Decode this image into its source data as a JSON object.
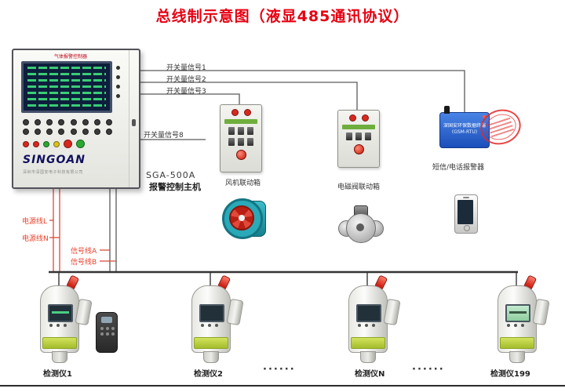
{
  "title": "总线制示意图（液显485通讯协议）",
  "colors": {
    "title_red": "#e60012",
    "wire_label_red": "#e8432d",
    "gsm_blue": "#1b4fba",
    "band_green": "#a4bd2b"
  },
  "controller": {
    "header": "气体报警控制器",
    "brand": "SINGOAN",
    "company": "深圳市深国安电子科技有限公司",
    "model": "SGA-500A",
    "caption": "报警控制主机"
  },
  "signals": {
    "s1": "开关量信号1",
    "s2": "开关量信号2",
    "s3": "开关量信号3",
    "s8": "开关量信号8"
  },
  "fan_box_label": "风机联动箱",
  "valve_box_label": "电磁阀联动箱",
  "gsm": {
    "line1": "深国安环保数据终端",
    "line2": "(GSM-RTU)",
    "caption": "短信/电话报警器"
  },
  "wires": {
    "power_l": "电源线L",
    "power_n": "电源线N",
    "signal_a": "信号线A",
    "signal_b": "信号线B"
  },
  "detectors": {
    "d1": "检测仪1",
    "d2": "检测仪2",
    "dn": "检测仪N",
    "d199": "检测仪199",
    "ellipsis1": "······",
    "ellipsis2": "······"
  }
}
